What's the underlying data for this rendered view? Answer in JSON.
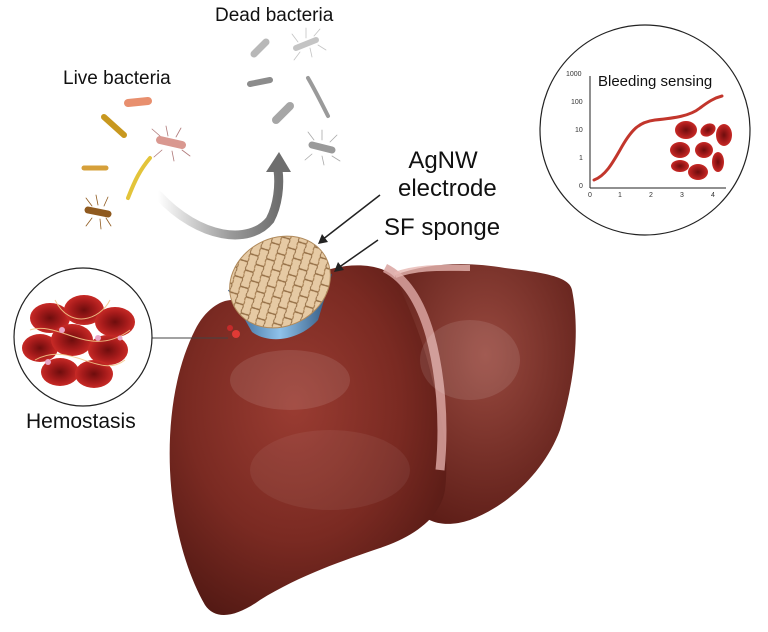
{
  "labels": {
    "dead_bacteria": "Dead bacteria",
    "live_bacteria": "Live bacteria",
    "agnw_line1": "AgNW",
    "agnw_line2": "electrode",
    "sf_sponge": "SF sponge",
    "hemostasis": "Hemostasis"
  },
  "inset_chart": {
    "title": "Bleeding sensing",
    "y_ticks": [
      "1000",
      "100",
      "10",
      "1",
      "0"
    ],
    "x_ticks": [
      "0",
      "1",
      "2",
      "3",
      "4"
    ]
  },
  "colors": {
    "liver": "#7a2a22",
    "liver_dark": "#4e1712",
    "curve": "#c2362c",
    "rbc": "#a81c1c",
    "arrow": "#8a8a8a"
  }
}
